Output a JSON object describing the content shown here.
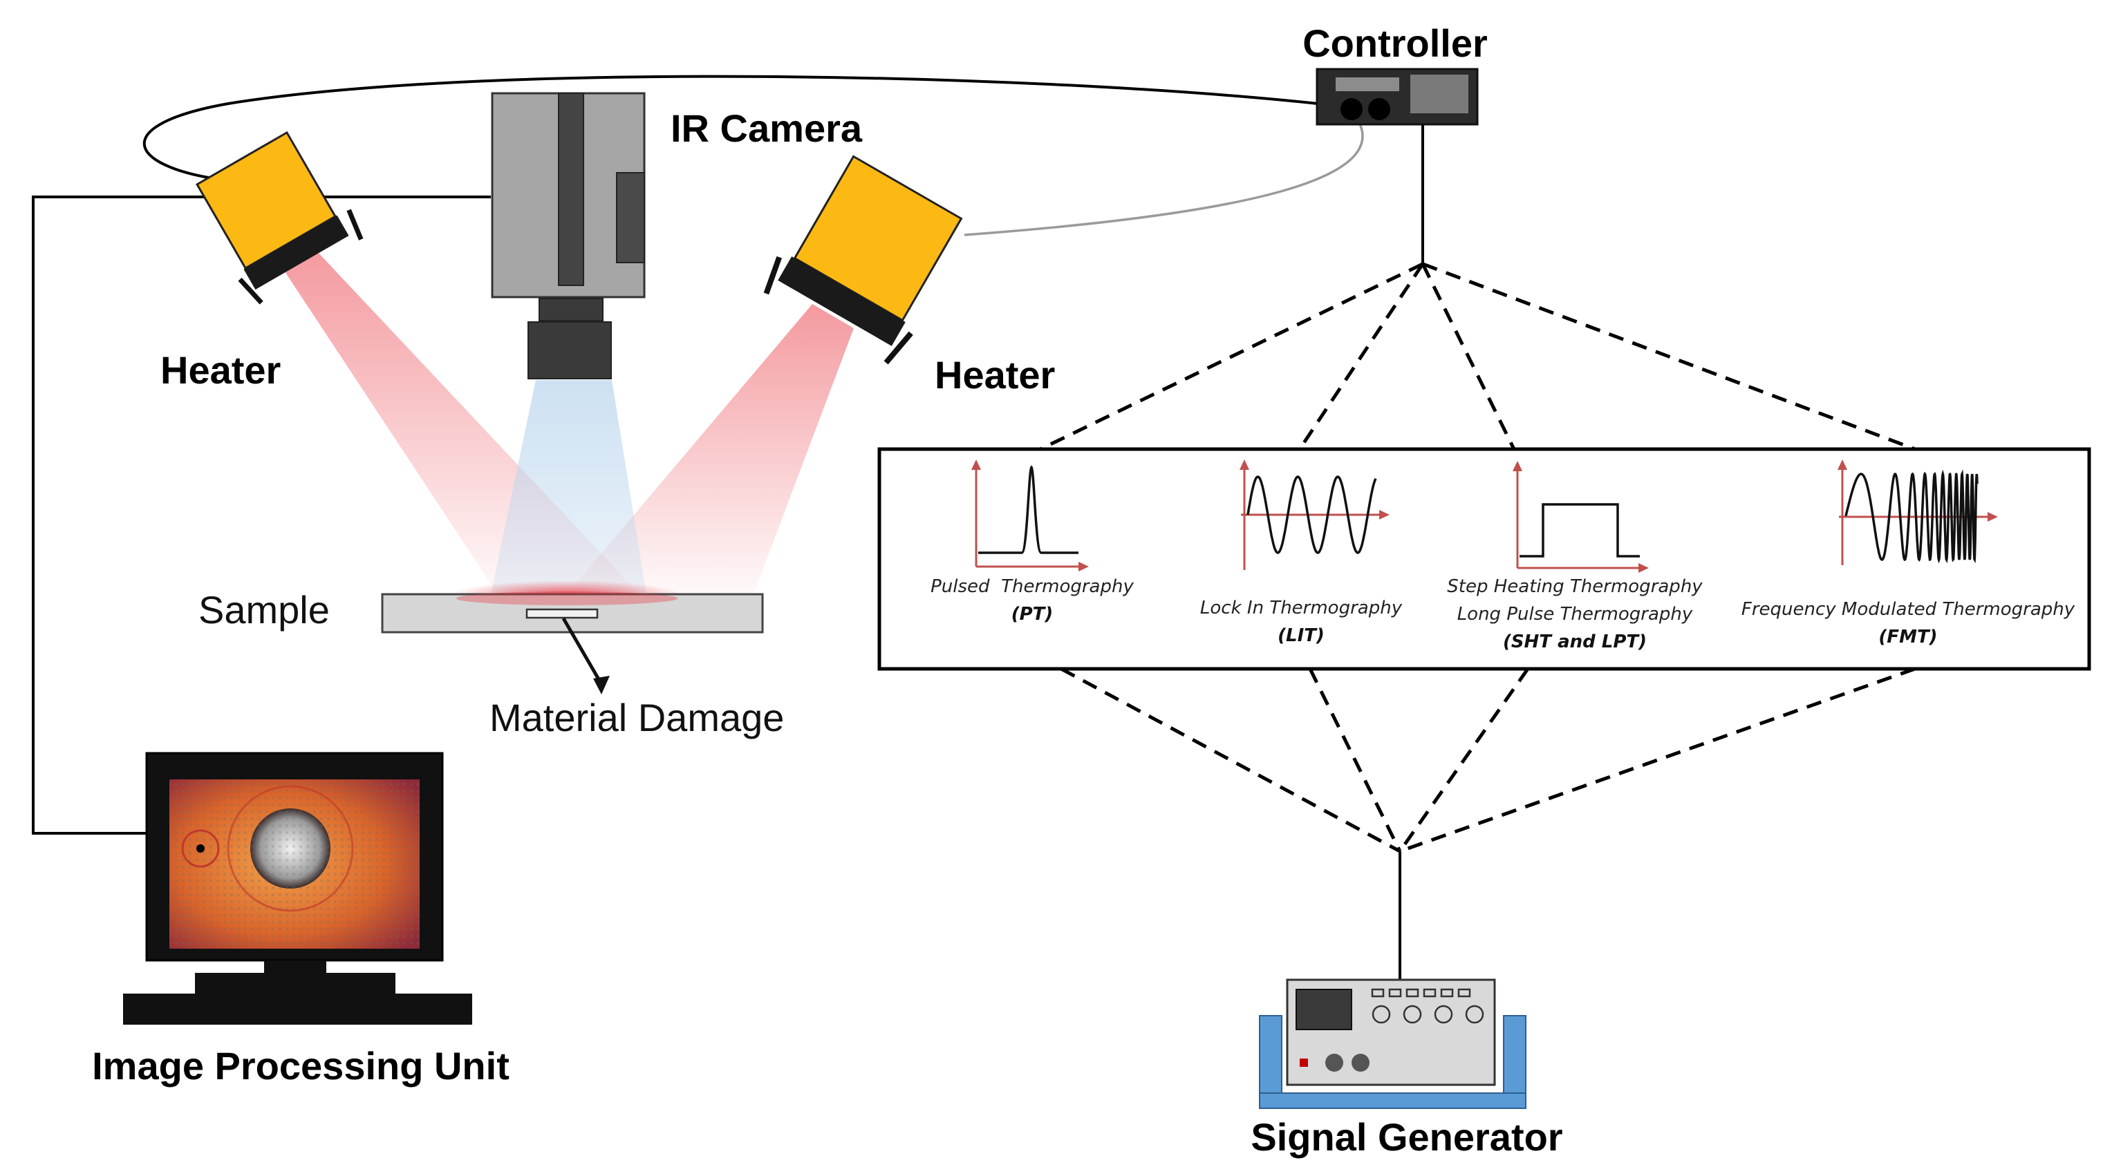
{
  "labels": {
    "controller": "Controller",
    "ir_camera": "IR Camera",
    "heater_left": "Heater",
    "heater_right": "Heater",
    "sample": "Sample",
    "material_damage": "Material Damage",
    "image_processing_unit": "Image Processing Unit",
    "signal_generator": "Signal Generator"
  },
  "methods": [
    {
      "name": "Pulsed  Thermography",
      "abbr": "(PT)",
      "waveform": "pulse"
    },
    {
      "name": "Lock In Thermography",
      "abbr": "(LIT)",
      "waveform": "sine"
    },
    {
      "name_line1": "Step Heating Thermography",
      "name_line2": "Long Pulse Thermography",
      "abbr": "(SHT and LPT)",
      "waveform": "step"
    },
    {
      "name": "Frequency Modulated Thermography",
      "abbr": "(FMT)",
      "waveform": "chirp"
    }
  ],
  "colors": {
    "heater": "#FDB913",
    "heat_beam": "#E8323C",
    "camera_body": "#A6A6A6",
    "camera_beam": "#BDD7EE",
    "axis": "#C0504D"
  }
}
